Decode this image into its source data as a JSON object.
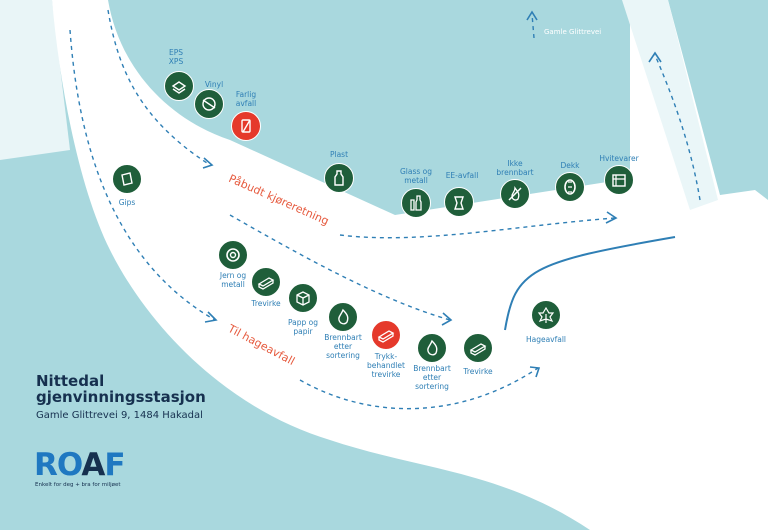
{
  "title": "Nittedal gjenvinningsstasjon",
  "address": "Gamle Glittrevei 9, 1484 Hakadal",
  "logo": {
    "text": "ROAF",
    "slogan": "Enkelt for deg + bra for miljøet"
  },
  "road_label": "Gamle Glittrevei",
  "directions": {
    "mandatory": "Påbudt kjøreretning",
    "garden": "Til hageavfall"
  },
  "colors": {
    "water": "#a9d8de",
    "area": "#ffffff",
    "station": "#1f5e3a",
    "hazard": "#e5392b",
    "accent": "#2f7fb5"
  },
  "stations": [
    {
      "label": "EPS\nXPS",
      "icon": "stack-icon",
      "hazard": false
    },
    {
      "label": "Vinyl",
      "icon": "vinyl-icon",
      "hazard": false
    },
    {
      "label": "Farlig\navfall",
      "icon": "hazard-icon",
      "hazard": true
    },
    {
      "label": "Plast",
      "icon": "bottle-icon",
      "hazard": false
    },
    {
      "label": "Glass og\nmetall",
      "icon": "glass-icon",
      "hazard": false
    },
    {
      "label": "EE-avfall",
      "icon": "appliance-icon",
      "hazard": false
    },
    {
      "label": "Ikke\nbrennbart",
      "icon": "no-fire-icon",
      "hazard": false
    },
    {
      "label": "Dekk",
      "icon": "tire-icon",
      "hazard": false
    },
    {
      "label": "Hvitevarer",
      "icon": "fridge-icon",
      "hazard": false
    },
    {
      "label": "Gips",
      "icon": "plaster-icon",
      "hazard": false
    },
    {
      "label": "Jern og\nmetall",
      "icon": "metal-icon",
      "hazard": false
    },
    {
      "label": "Trevirke",
      "icon": "wood-icon",
      "hazard": false
    },
    {
      "label": "Papp og\npapir",
      "icon": "box-icon",
      "hazard": false
    },
    {
      "label": "Brennbart\netter\nsortering",
      "icon": "fire-icon",
      "hazard": false
    },
    {
      "label": "Trykk-\nbehandlet\ntrevirke",
      "icon": "treated-wood-icon",
      "hazard": true
    },
    {
      "label": "Brennbart\netter\nsortering",
      "icon": "fire-icon",
      "hazard": false
    },
    {
      "label": "Trevirke",
      "icon": "wood-icon",
      "hazard": false
    },
    {
      "label": "Hageavfall",
      "icon": "leaf-icon",
      "hazard": false
    }
  ]
}
